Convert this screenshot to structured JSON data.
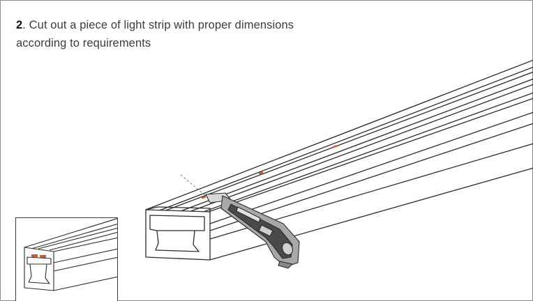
{
  "step": {
    "number": "2",
    "text": ". Cut out a piece of light strip with proper dimensions according to requirements"
  },
  "colors": {
    "cut_mark": "#d9532b",
    "line": "#2b2b2b",
    "knife_body": "#9a9a9a",
    "knife_grip": "#3a3a3a"
  },
  "icons": {
    "main_illustration": "utility-knife-cutting-light-strip",
    "inset_illustration": "cut-light-strip-end-detail"
  }
}
